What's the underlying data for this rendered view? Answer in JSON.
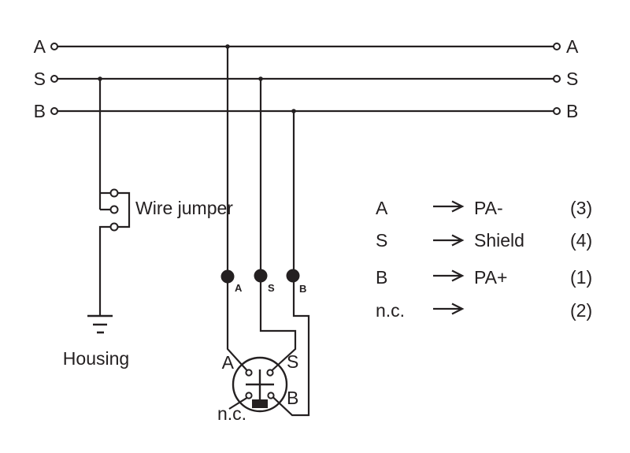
{
  "bus": {
    "left_labels": [
      "A",
      "S",
      "B"
    ],
    "right_labels": [
      "A",
      "S",
      "B"
    ]
  },
  "jumper": {
    "label": "Wire jumper"
  },
  "housing": {
    "label": "Housing"
  },
  "beads": {
    "labels": [
      "A",
      "S",
      "B"
    ]
  },
  "connector": {
    "pin_a": "A",
    "pin_s": "S",
    "pin_b": "B",
    "pin_nc": "n.c."
  },
  "legend": {
    "rows": [
      {
        "signal": "A",
        "maps_to": "PA-",
        "pin": "(3)"
      },
      {
        "signal": "S",
        "maps_to": "Shield",
        "pin": "(4)"
      },
      {
        "signal": "B",
        "maps_to": "PA+",
        "pin": "(1)"
      },
      {
        "signal": "n.c.",
        "maps_to": "",
        "pin": "(2)"
      }
    ]
  },
  "colors": {
    "line": "#242021",
    "background": "#ffffff"
  }
}
